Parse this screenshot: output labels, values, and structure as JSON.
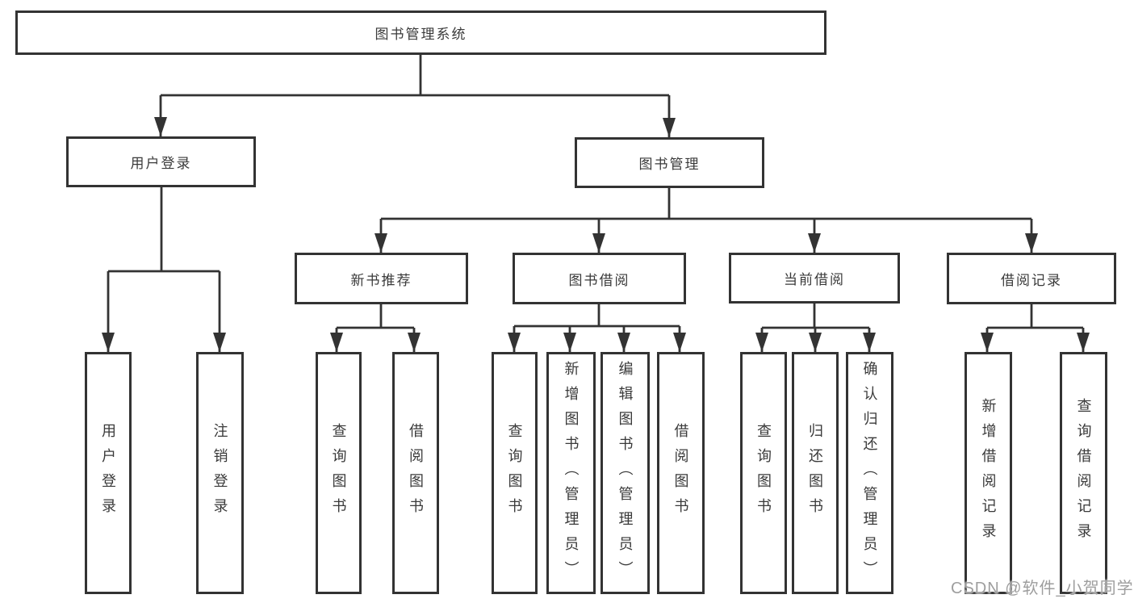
{
  "tree": {
    "root": {
      "label": "图书管理系统"
    },
    "branches": [
      {
        "label": "用户登录",
        "leaves": [
          {
            "label": "用户登录"
          },
          {
            "label": "注销登录"
          }
        ]
      },
      {
        "label": "图书管理",
        "groups": [
          {
            "label": "新书推荐",
            "leaves": [
              {
                "label": "查询图书"
              },
              {
                "label": "借阅图书"
              }
            ]
          },
          {
            "label": "图书借阅",
            "leaves": [
              {
                "label": "查询图书"
              },
              {
                "label": "新增图书（管理员）"
              },
              {
                "label": "编辑图书（管理员）"
              },
              {
                "label": "借阅图书"
              }
            ]
          },
          {
            "label": "当前借阅",
            "leaves": [
              {
                "label": "查询图书"
              },
              {
                "label": "归还图书"
              },
              {
                "label": "确认归还（管理员）"
              }
            ]
          },
          {
            "label": "借阅记录",
            "leaves": [
              {
                "label": "新增借阅记录"
              },
              {
                "label": "查询借阅记录"
              }
            ]
          }
        ]
      }
    ]
  },
  "watermark": {
    "text": "CSDN @软件_小贺同学"
  },
  "colors": {
    "line": "#333333",
    "box_border": "#333333",
    "text": "#3a3a3a",
    "background": "#ffffff",
    "watermark": "#9e9e9e"
  }
}
